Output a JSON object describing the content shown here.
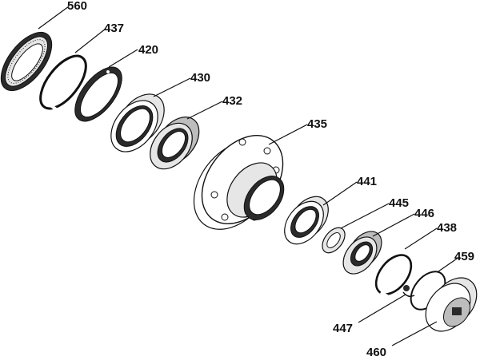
{
  "callouts": [
    {
      "id": "560",
      "label": "560"
    },
    {
      "id": "437",
      "label": "437"
    },
    {
      "id": "420",
      "label": "420"
    },
    {
      "id": "430",
      "label": "430"
    },
    {
      "id": "432",
      "label": "432"
    },
    {
      "id": "435",
      "label": "435"
    },
    {
      "id": "441",
      "label": "441"
    },
    {
      "id": "445",
      "label": "445"
    },
    {
      "id": "446",
      "label": "446"
    },
    {
      "id": "438",
      "label": "438"
    },
    {
      "id": "459",
      "label": "459"
    },
    {
      "id": "447",
      "label": "447"
    },
    {
      "id": "460",
      "label": "460"
    }
  ],
  "colors": {
    "ink": "#111111",
    "shade": "#bdbdbd",
    "light": "#e6e6e6",
    "dark": "#2b2b2b",
    "background": "#ffffff"
  }
}
